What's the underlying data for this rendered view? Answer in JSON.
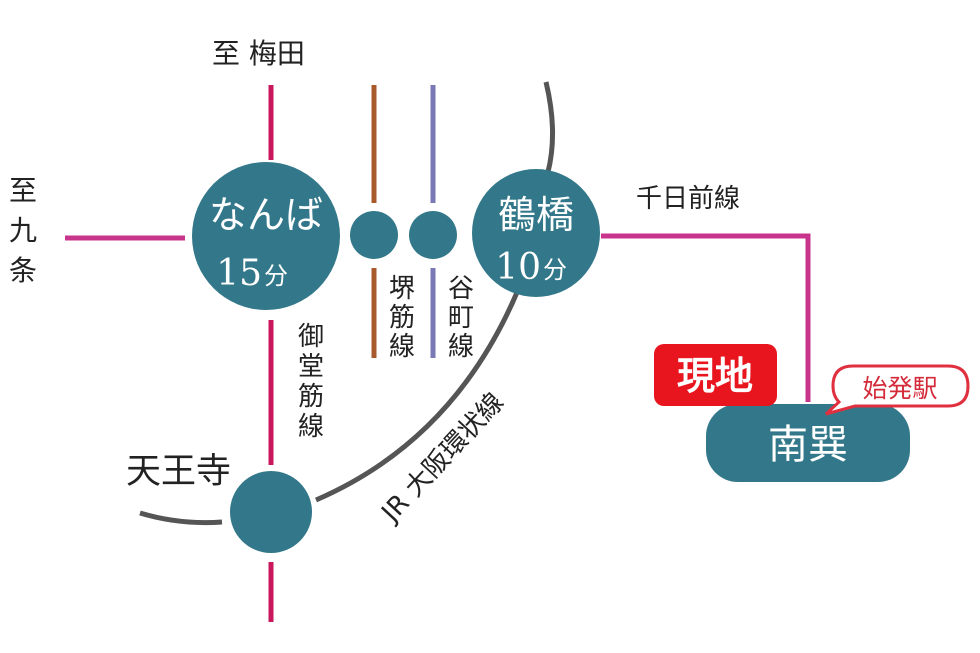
{
  "directions": {
    "umeda": "至 梅田",
    "kujo": [
      "至",
      "九",
      "条"
    ]
  },
  "lines": {
    "sakaisuji": [
      "堺",
      "筋",
      "線"
    ],
    "tanimachi": [
      "谷",
      "町",
      "線"
    ],
    "midosuji": [
      "御",
      "堂",
      "筋",
      "線"
    ],
    "sennichimae": "千日前線",
    "jr_loop": "JR 大阪環状線"
  },
  "stations": {
    "namba": {
      "name": "なんば",
      "minutes": "15",
      "unit": "分"
    },
    "tsuruhashi": {
      "name": "鶴橋",
      "minutes": "10",
      "unit": "分"
    },
    "tennoji": {
      "name": "天王寺"
    },
    "minamitatsumi": {
      "name": "南巽"
    }
  },
  "badges": {
    "site": "現地",
    "origin": "始発駅"
  },
  "colors": {
    "station": "#33788a",
    "midosuji": "#c8175d",
    "sennichimae": "#c8338c",
    "sakaisuji": "#a85a2c",
    "tanimachi": "#7a78b5",
    "jr_loop": "#555555",
    "site_badge": "#e8151e",
    "origin_outline": "#e03040"
  }
}
